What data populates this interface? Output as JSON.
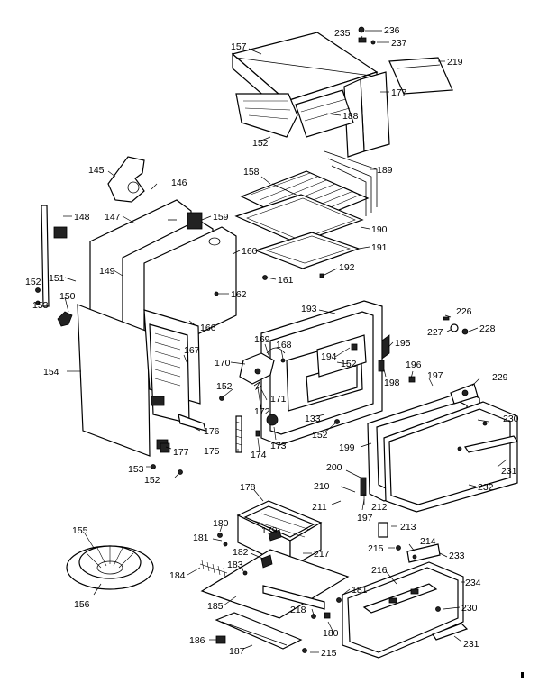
{
  "labels": {
    "l236": "236",
    "l235": "235",
    "l237": "237",
    "l157": "157",
    "l219": "219",
    "l177a": "177",
    "l188": "188",
    "l152a": "152",
    "l189": "189",
    "l158": "158",
    "l145": "145",
    "l146": "146",
    "l148": "148",
    "l147": "147",
    "l159": "159",
    "l190": "190",
    "l191": "191",
    "l160": "160",
    "l192": "192",
    "l149": "149",
    "l151": "151",
    "l161": "161",
    "l152b": "152",
    "l153a": "153",
    "l162": "162",
    "l150": "150",
    "l166": "166",
    "l193": "193",
    "l226": "226",
    "l227": "227",
    "l228": "228",
    "l169": "169",
    "l168": "168",
    "l194": "194",
    "l152c": "152",
    "l195": "195",
    "l167": "167",
    "l154": "154",
    "l170": "170",
    "l198": "198",
    "l196": "196",
    "l197a": "197",
    "l229": "229",
    "l152d": "152",
    "l171": "171",
    "l172": "172",
    "l133": "133",
    "l230a": "230",
    "l152e": "152",
    "l176": "176",
    "l173": "173",
    "l174": "174",
    "l175": "175",
    "l177b": "177",
    "l199": "199",
    "l231a": "231",
    "l153b": "153",
    "l152f": "152",
    "l200": "200",
    "l232": "232",
    "l210": "210",
    "l212": "212",
    "l211": "211",
    "l197b": "197",
    "l178": "178",
    "l213": "213",
    "l155": "155",
    "l180a": "180",
    "l179": "179",
    "l181a": "181",
    "l215a": "215",
    "l214": "214",
    "l182": "182",
    "l217": "217",
    "l233": "233",
    "l183": "183",
    "l216": "216",
    "l184": "184",
    "l234": "234",
    "l156": "156",
    "l185": "185",
    "l181b": "181",
    "l218": "218",
    "l230b": "230",
    "l180b": "180",
    "l186": "186",
    "l187": "187",
    "l215b": "215",
    "l231b": "231"
  }
}
